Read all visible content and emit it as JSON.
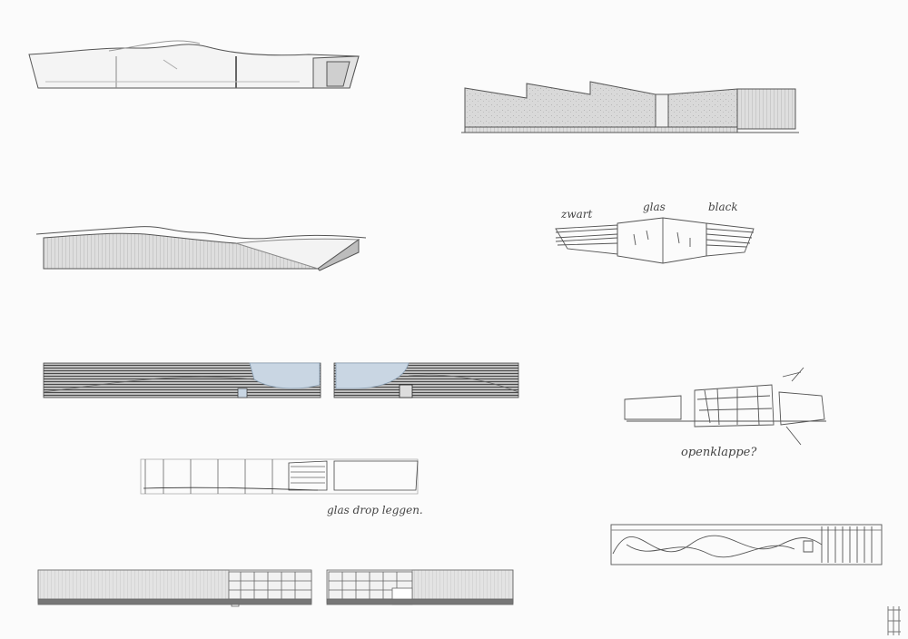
{
  "annotations": {
    "zwart": "zwart",
    "glas": "glas",
    "black": "black",
    "openklappen": "openklappe?",
    "glas_drop": "glas drop leggen."
  },
  "colors": {
    "line": "#555555",
    "fill_light": "#e8e8e8",
    "fill_mid": "#cfcfcf",
    "fill_dark": "#8a8a8a",
    "glass_blue": "#c9d6e3",
    "paper": "#fbfbfb"
  },
  "icons": {
    "logo": "monogram-logo"
  }
}
